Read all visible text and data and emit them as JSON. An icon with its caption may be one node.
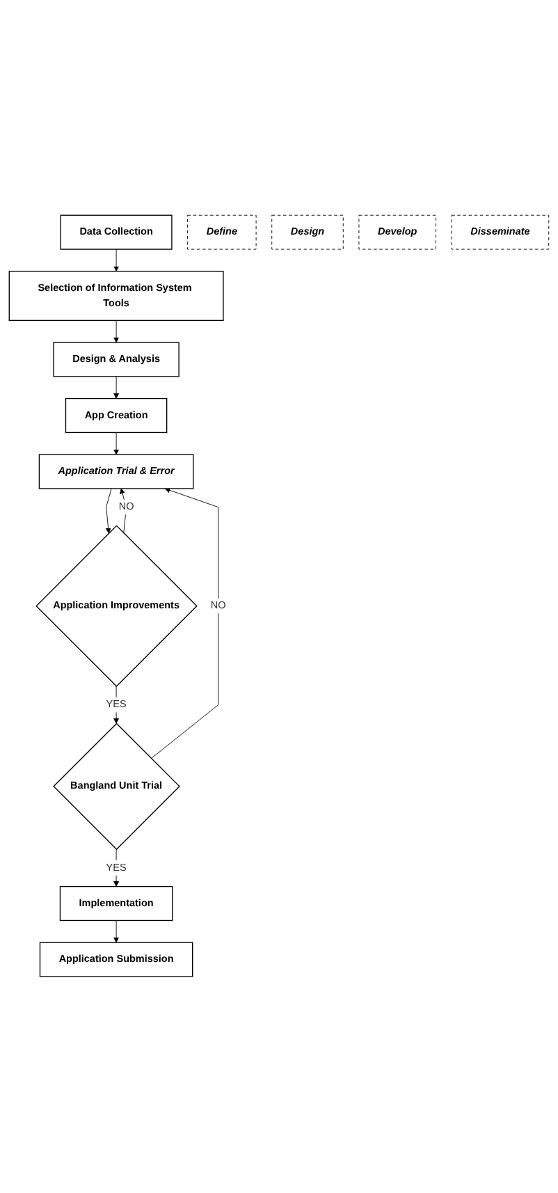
{
  "diagram": {
    "nodes": [
      {
        "text": [
          "Data Collection"
        ]
      },
      {
        "text": [
          "Selection of Information System Tools"
        ]
      },
      {
        "text": [
          "Design & Analysis"
        ]
      },
      {
        "text": [
          "App Creation"
        ]
      },
      {
        "text": [
          "Application Trial & Error"
        ]
      },
      {
        "text": [
          "Application Improvements"
        ]
      },
      {
        "text": [
          "Bangland Unit Trial"
        ]
      },
      {
        "text": [
          "Implementation"
        ]
      },
      {
        "text": [
          "Application Submission"
        ]
      },
      {
        "text": [
          "Define"
        ]
      },
      {
        "text": [
          "Design"
        ]
      },
      {
        "text": [
          "Develop"
        ]
      },
      {
        "text": [
          "Disseminate"
        ]
      }
    ],
    "edges": [
      {
        "from": 0,
        "to": 1,
        "arrow": "to"
      },
      {
        "from": 1,
        "to": 2,
        "arrow": "to"
      },
      {
        "from": 2,
        "to": 3,
        "arrow": "to"
      },
      {
        "from": 3,
        "to": 4,
        "arrow": "to"
      },
      {
        "from": 4,
        "to": 5,
        "arrow": "to"
      },
      {
        "from": 5,
        "to": 4,
        "arrow": "to",
        "label": "NO"
      },
      {
        "from": 5,
        "to": 6,
        "arrow": "to",
        "label": "YES"
      },
      {
        "from": 6,
        "to": 4,
        "arrow": "to",
        "label": "NO"
      },
      {
        "from": 6,
        "to": 7,
        "arrow": "to",
        "label": "YES"
      },
      {
        "from": 7,
        "to": 8,
        "arrow": "to"
      }
    ]
  }
}
